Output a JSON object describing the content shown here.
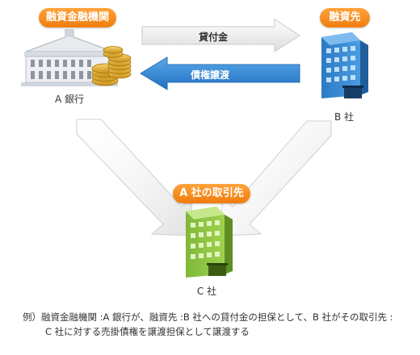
{
  "nodes": {
    "lender": {
      "badge": "融資金融機関",
      "label": "A 銀行"
    },
    "borrower": {
      "badge": "融資先",
      "label": "B 社"
    },
    "customer": {
      "badge": "A 社の取引先",
      "label": "C 社"
    }
  },
  "flows": {
    "loan": {
      "label": "貸付金"
    },
    "assignment": {
      "label": "債権譲渡"
    }
  },
  "caption": {
    "line1": "例）融資金融機関 :A 銀行が、融資先 :B 社への貸付金の担保として、B 社がその取引先 :",
    "line2": "C 社に対する売掛債権を譲渡担保として譲渡する"
  },
  "colors": {
    "badge": "#f28a18",
    "assignment_arrow": "#2f86d6",
    "loan_arrow": "#eeeeee",
    "blue_building": "#3d8fd6",
    "green_building": "#8cc63f"
  },
  "icons": {
    "lender": "bank-building-icon",
    "coins": "gold-coins-icon",
    "borrower": "office-building-icon",
    "customer": "office-building-icon"
  }
}
